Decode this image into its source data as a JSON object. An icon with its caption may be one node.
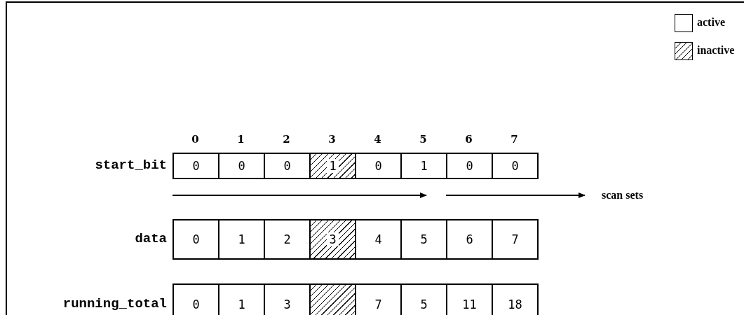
{
  "diagram": {
    "labels": [
      "0",
      "1",
      "2",
      "3",
      "4",
      "5",
      "6",
      "7",
      "start_bit",
      "0",
      "0",
      "0",
      "1",
      "0",
      "1",
      "0",
      "0",
      "scan sets",
      "data",
      "0",
      "1",
      "2",
      "3",
      "4",
      "5",
      "6",
      "7",
      "running_total",
      "0",
      "1",
      "3",
      "7",
      "5",
      "11",
      "18"
    ],
    "legend": [
      {
        "text": "active",
        "color": "#ffffff"
      },
      {
        "text": "inactive"
      }
    ]
  }
}
